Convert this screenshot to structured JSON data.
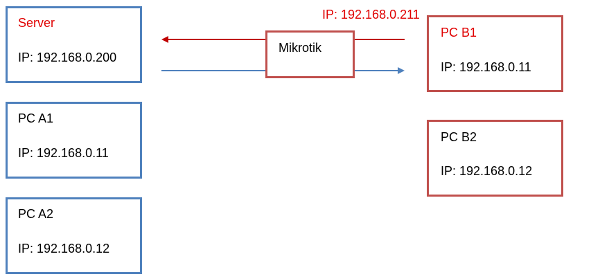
{
  "colors": {
    "blue_stroke": "#4f81bd",
    "red_stroke": "#c0504d",
    "red_text": "#e00000",
    "arrow_red": "#c00000",
    "arrow_blue": "#4f81bd"
  },
  "nodes": {
    "server": {
      "name": "Server",
      "ip": "IP: 192.168.0.200"
    },
    "pc_a1": {
      "name": "PC A1",
      "ip": "IP: 192.168.0.11"
    },
    "pc_a2": {
      "name": "PC A2",
      "ip": "IP: 192.168.0.12"
    },
    "mikrotik": {
      "name": "Mikrotik"
    },
    "mikrotik_ip": "IP: 192.168.0.211",
    "pc_b1": {
      "name": "PC B1",
      "ip": "IP: 192.168.0.11"
    },
    "pc_b2": {
      "name": "PC B2",
      "ip": "IP: 192.168.0.12"
    }
  }
}
